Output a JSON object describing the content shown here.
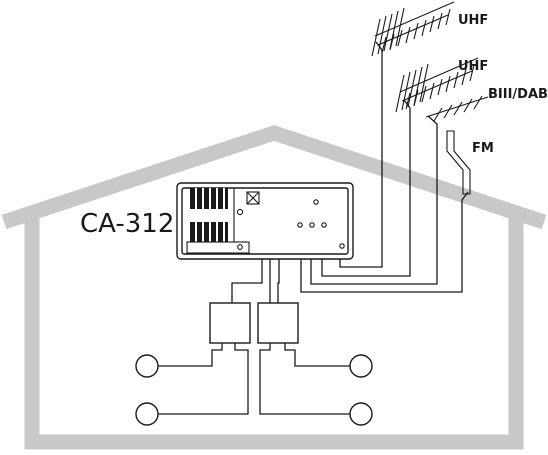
{
  "diagram": {
    "device_label": "CA-312",
    "antennas": {
      "uhf_top": "UHF",
      "uhf_middle": "UHF",
      "biii_dab": "BIII/DAB",
      "fm": "FM"
    }
  },
  "colors": {
    "house_outline": "#c8c8c8",
    "line": "#1a1a1a",
    "background": "#ffffff"
  },
  "icons": {
    "antenna": "yagi-antenna-icon",
    "fm_antenna": "fm-dipole-icon",
    "outlet": "tv-outlet-icon",
    "splitter": "splitter-box-icon"
  }
}
